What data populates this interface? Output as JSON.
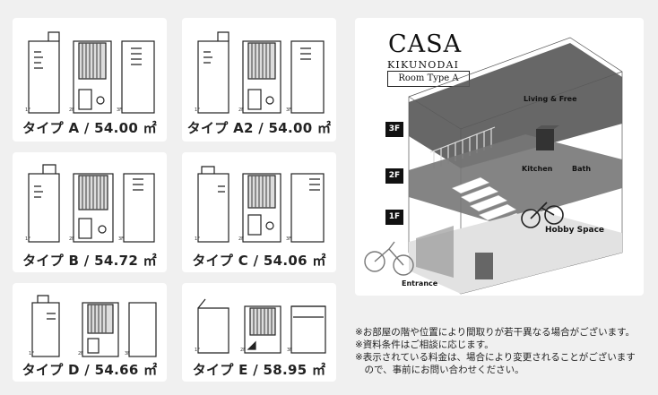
{
  "plans": [
    {
      "id": "a",
      "label": "タイプ A / 54.00 ㎡"
    },
    {
      "id": "a2",
      "label": "タイプ A2 / 54.00 ㎡"
    },
    {
      "id": "b",
      "label": "タイプ B / 54.72 ㎡"
    },
    {
      "id": "c",
      "label": "タイプ C / 54.06 ㎡"
    },
    {
      "id": "d",
      "label": "タイプ D / 54.66 ㎡"
    },
    {
      "id": "e",
      "label": "タイプ E / 58.95 ㎡"
    }
  ],
  "floor_marks": {
    "f1": "1F",
    "f2": "2F",
    "f3": "3F"
  },
  "brand": {
    "title": "CASA",
    "subtitle": "KIKUNODAI",
    "room_type": "Room Type A"
  },
  "diagram": {
    "floors": [
      "3F",
      "2F",
      "1F"
    ],
    "labels": {
      "living": "Living & Free",
      "kitchen": "Kitchen",
      "bath": "Bath",
      "hobby": "Hobby Space",
      "entrance": "Entrance"
    }
  },
  "notes": [
    "※お部屋の階や位置により間取りが若干異なる場合がございます。",
    "※資料条件はご相談に応じます。",
    "※表示されている料金は、場合により変更されることがございます",
    "　ので、事前にお問い合わせください。"
  ]
}
